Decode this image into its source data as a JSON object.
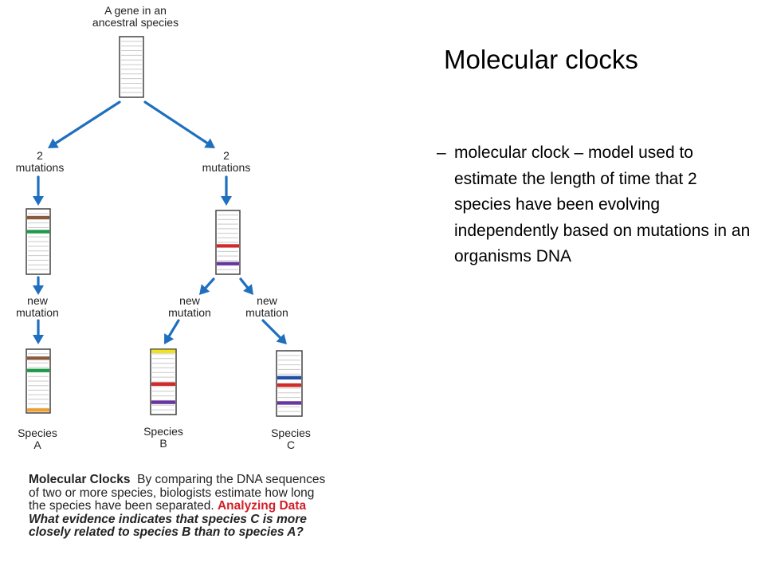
{
  "slide": {
    "title": "Molecular clocks",
    "bullet_dash": "–",
    "bullet_text": "molecular clock – model used to estimate the length of time that 2 species have been evolving independently based on mutations in an organisms DNA"
  },
  "diagram": {
    "top_label": [
      "A gene in an",
      "ancestral species"
    ],
    "left_mutations": [
      "2",
      "mutations"
    ],
    "right_mutations": [
      "2",
      "mutations"
    ],
    "new_mutation_a": [
      "new",
      "mutation"
    ],
    "new_mutation_b": [
      "new",
      "mutation"
    ],
    "new_mutation_c": [
      "new",
      "mutation"
    ],
    "species_a": [
      "Species",
      "A"
    ],
    "species_b": [
      "Species",
      "B"
    ],
    "species_c": [
      "Species",
      "C"
    ],
    "colors": {
      "arrow": "#1f6fbf",
      "brown": "#8b5a3c",
      "green": "#1f9a4a",
      "red": "#d12a2a",
      "purple": "#6a35a0",
      "yellow": "#f2e21a",
      "orange": "#f0a030",
      "blue": "#1f4fa8"
    }
  },
  "caption": {
    "title": "Molecular Clocks",
    "body": "By comparing the DNA sequences of two or more species, biologists estimate how long the species have been separated.",
    "analyzing": "Analyzing Data",
    "question": "What evidence indicates that species C is more closely related to species B than to species A?"
  }
}
